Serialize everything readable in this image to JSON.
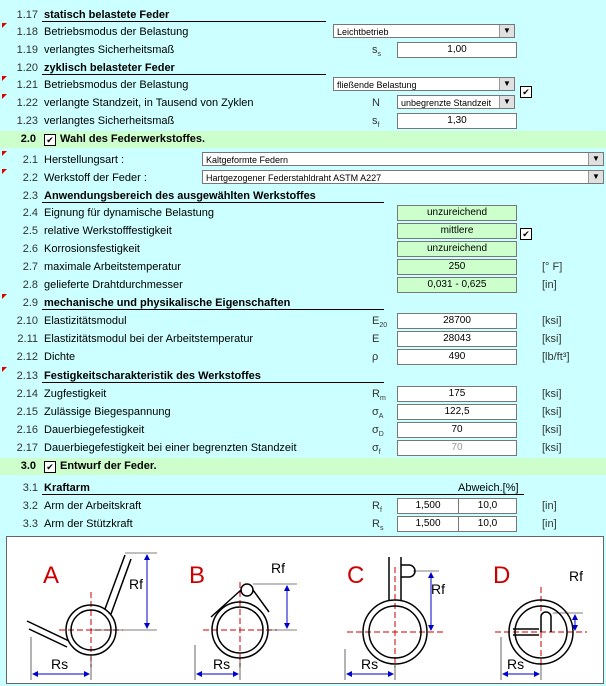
{
  "r117": {
    "num": "1.17",
    "label": "statisch belastete Feder"
  },
  "r118": {
    "num": "1.18",
    "label": "Betriebsmodus der Belastung",
    "select": "Leichtbetrieb"
  },
  "r119": {
    "num": "1.19",
    "label": "verlangtes Sicherheitsmaß",
    "sym": "s",
    "sub": "s",
    "value": "1,00"
  },
  "r120": {
    "num": "1.20",
    "label": "zyklisch belasteter Feder"
  },
  "r121": {
    "num": "1.21",
    "label": "Betriebsmodus der Belastung",
    "select": "fließende Belastung"
  },
  "r122": {
    "num": "1.22",
    "label": "verlangte Standzeit, in Tausend von Zyklen",
    "sym": "N",
    "select": "unbegrenzte Standzeit"
  },
  "r123": {
    "num": "1.23",
    "label": "verlangtes Sicherheitsmaß",
    "sym": "s",
    "sub": "f",
    "value": "1,30"
  },
  "s20": {
    "num": "2.0",
    "label": "Wahl des Federwerkstoffes."
  },
  "r21": {
    "num": "2.1",
    "label": "Herstellungsart :",
    "select": "Kaltgeformte Federn"
  },
  "r22": {
    "num": "2.2",
    "label": "Werkstoff der Feder :",
    "select": "Hartgezogener Federstahldraht ASTM A227"
  },
  "r23": {
    "num": "2.3",
    "label": "Anwendungsbereich des ausgewählten Werkstoffes"
  },
  "r24": {
    "num": "2.4",
    "label": "Eignung für dynamische Belastung",
    "value": "unzureichend"
  },
  "r25": {
    "num": "2.5",
    "label": "relative Werkstofffestigkeit",
    "value": "mittlere"
  },
  "r26": {
    "num": "2.6",
    "label": "Korrosionsfestigkeit",
    "value": "unzureichend"
  },
  "r27": {
    "num": "2.7",
    "label": "maximale Arbeitstemperatur",
    "value": "250",
    "unit": "[° F]"
  },
  "r28": {
    "num": "2.8",
    "label": "gelieferte Drahtdurchmesser",
    "value": "0,031 - 0,625",
    "unit": "[in]"
  },
  "r29": {
    "num": "2.9",
    "label": "mechanische und physikalische Eigenschaften"
  },
  "r210": {
    "num": "2.10",
    "label": "Elastizitätsmodul",
    "sym": "E",
    "sub": "20",
    "value": "28700",
    "unit": "[ksi]"
  },
  "r211": {
    "num": "2.11",
    "label": "Elastizitätsmodul bei der Arbeitstemperatur",
    "sym": "E",
    "value": "28043",
    "unit": "[ksi]"
  },
  "r212": {
    "num": "2.12",
    "label": "Dichte",
    "sym": "ρ",
    "value": "490",
    "unit": "[lb/ft³]"
  },
  "r213": {
    "num": "2.13",
    "label": "Festigkeitscharakteristik des Werkstoffes"
  },
  "r214": {
    "num": "2.14",
    "label": "Zugfestigkeit",
    "sym": "R",
    "sub": "m",
    "value": "175",
    "unit": "[ksi]"
  },
  "r215": {
    "num": "2.15",
    "label": "Zulässige Biegespannung",
    "sym": "σ",
    "sub": "A",
    "value": "122,5",
    "unit": "[ksi]"
  },
  "r216": {
    "num": "2.16",
    "label": "Dauerbiegefestigkeit",
    "sym": "σ",
    "sub": "D",
    "value": "70",
    "unit": "[ksi]"
  },
  "r217": {
    "num": "2.17",
    "label": "Dauerbiegefestigkeit bei einer begrenzten Standzeit",
    "sym": "σ",
    "sub": "f",
    "value": "70",
    "unit": "[ksi]"
  },
  "s30": {
    "num": "3.0",
    "label": "Entwurf der Feder."
  },
  "r31": {
    "num": "3.1",
    "label": "Kraftarm",
    "extra": "Abweich.[%]"
  },
  "r32": {
    "num": "3.2",
    "label": "Arm der Arbeitskraft",
    "sym": "R",
    "sub": "f",
    "value": "1,500",
    "dev": "10,0",
    "unit": "[in]"
  },
  "r33": {
    "num": "3.3",
    "label": "Arm der Stützkraft",
    "sym": "R",
    "sub": "s",
    "value": "1,500",
    "dev": "10,0",
    "unit": "[in]"
  },
  "diagram": {
    "labels": [
      "A",
      "B",
      "C",
      "D"
    ],
    "rf": "Rf",
    "rs": "Rs"
  },
  "colors": {
    "bg": "#ccffff",
    "section": "#ccffcc",
    "red": "#cc0000",
    "blue": "#0000cc"
  }
}
